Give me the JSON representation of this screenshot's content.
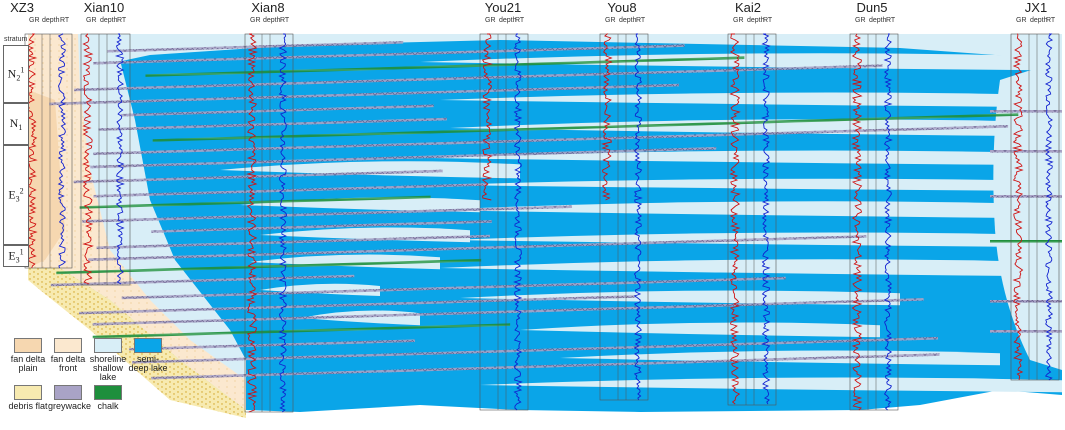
{
  "wells": [
    {
      "name": "XZ3",
      "gr": "GR",
      "depth": "depth",
      "rt": "RT"
    },
    {
      "name": "Xian10",
      "gr": "GR",
      "depth": "depth",
      "rt": "RT"
    },
    {
      "name": "Xian8",
      "gr": "GR",
      "depth": "depth",
      "rt": "RT"
    },
    {
      "name": "You21",
      "gr": "GR",
      "depth": "depth",
      "rt": "RT"
    },
    {
      "name": "You8",
      "gr": "GR",
      "depth": "depth",
      "rt": "RT"
    },
    {
      "name": "Kai2",
      "gr": "GR",
      "depth": "depth",
      "rt": "RT"
    },
    {
      "name": "Dun5",
      "gr": "GR",
      "depth": "depth",
      "rt": "RT"
    },
    {
      "name": "JX1",
      "gr": "GR",
      "depth": "depth",
      "rt": "RT"
    }
  ],
  "stratum": {
    "title": "stratum",
    "units": [
      {
        "id": "n2",
        "base": "N",
        "sub": "2",
        "sup": "1"
      },
      {
        "id": "n1",
        "base": "N",
        "sub": "1",
        "sup": ""
      },
      {
        "id": "e3-2",
        "base": "E",
        "sub": "3",
        "sup": "2"
      },
      {
        "id": "e3-1",
        "base": "E",
        "sub": "3",
        "sup": "1"
      }
    ]
  },
  "legend": [
    {
      "id": "fan-delta-plain",
      "label": "fan delta plain",
      "color": "#f6d7b0"
    },
    {
      "id": "fan-delta-front",
      "label": "fan delta front",
      "color": "#fbe8cf"
    },
    {
      "id": "shoreline-shallow-lake",
      "label": "shoreline shallow lake",
      "color": "#d8eef7"
    },
    {
      "id": "semi-deep-lake",
      "label": "semi-deep lake",
      "color": "#0aa5e8"
    },
    {
      "id": "debris-flat",
      "label": "debris flat",
      "color": "#f7eab0"
    },
    {
      "id": "greywacke",
      "label": "greywacke",
      "color": "#a9a3c6"
    },
    {
      "id": "chalk",
      "label": "chalk",
      "color": "#1e8f3c"
    }
  ],
  "colors": {
    "gr_curve": "#d01010",
    "rt_curve": "#1020d0",
    "greywacke_dots": "#6a5e8a",
    "debris_dots": "#d0a020"
  }
}
